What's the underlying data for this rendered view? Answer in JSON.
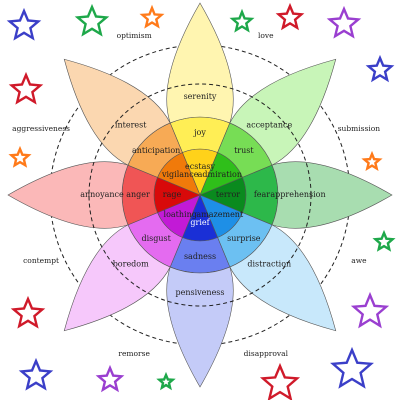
{
  "petals": [
    {
      "id": "joy",
      "inner": "ecstasy",
      "middle": "joy",
      "outer": "serenity",
      "colors": [
        "#ffd21a",
        "#ffee55",
        "#fff5b0"
      ]
    },
    {
      "id": "trust",
      "inner": "admiration",
      "middle": "trust",
      "outer": "acceptance",
      "colors": [
        "#2fbf1a",
        "#77dd55",
        "#c8f5b8"
      ]
    },
    {
      "id": "fear",
      "inner": "terror",
      "middle": "fear",
      "outer": "apprehension",
      "colors": [
        "#0a8a1e",
        "#2db84a",
        "#a8ddb0"
      ]
    },
    {
      "id": "surprise",
      "inner": "amazement",
      "middle": "surprise",
      "outer": "distraction",
      "colors": [
        "#1e8fe6",
        "#6cc0f2",
        "#c8e8fb"
      ]
    },
    {
      "id": "sadness",
      "inner": "grief",
      "middle": "sadness",
      "outer": "pensiveness",
      "colors": [
        "#1a2fd6",
        "#6a7ff0",
        "#c4cbf8"
      ]
    },
    {
      "id": "disgust",
      "inner": "loathing",
      "middle": "disgust",
      "outer": "boredom",
      "colors": [
        "#c21ad6",
        "#e46bf0",
        "#f6c8fb"
      ]
    },
    {
      "id": "anger",
      "inner": "rage",
      "middle": "anger",
      "outer": "annoyance",
      "colors": [
        "#d80a0a",
        "#f05555",
        "#fbb8b8"
      ]
    },
    {
      "id": "anticipation",
      "inner": "vigilance",
      "middle": "anticipation",
      "outer": "interest",
      "colors": [
        "#f07a0a",
        "#f7aa55",
        "#fbd7b0"
      ]
    }
  ],
  "dyads": [
    "love",
    "submission",
    "awe",
    "disapproval",
    "remorse",
    "contempt",
    "aggressiveness",
    "optimism"
  ],
  "stars": [
    {
      "color": "#3b3fc8"
    },
    {
      "color": "#1ea84a"
    },
    {
      "color": "#ff7a1a"
    },
    {
      "color": "#1ea84a"
    },
    {
      "color": "#d01a2a"
    },
    {
      "color": "#9a3fd0"
    },
    {
      "color": "#d01a2a"
    },
    {
      "color": "#3b3fc8"
    },
    {
      "color": "#ff7a1a"
    },
    {
      "color": "#ff7a1a"
    },
    {
      "color": "#1ea84a"
    },
    {
      "color": "#d01a2a"
    },
    {
      "color": "#9a3fd0"
    },
    {
      "color": "#3b3fc8"
    },
    {
      "color": "#9a3fd0"
    },
    {
      "color": "#1ea84a"
    },
    {
      "color": "#d01a2a"
    },
    {
      "color": "#3b3fc8"
    }
  ]
}
